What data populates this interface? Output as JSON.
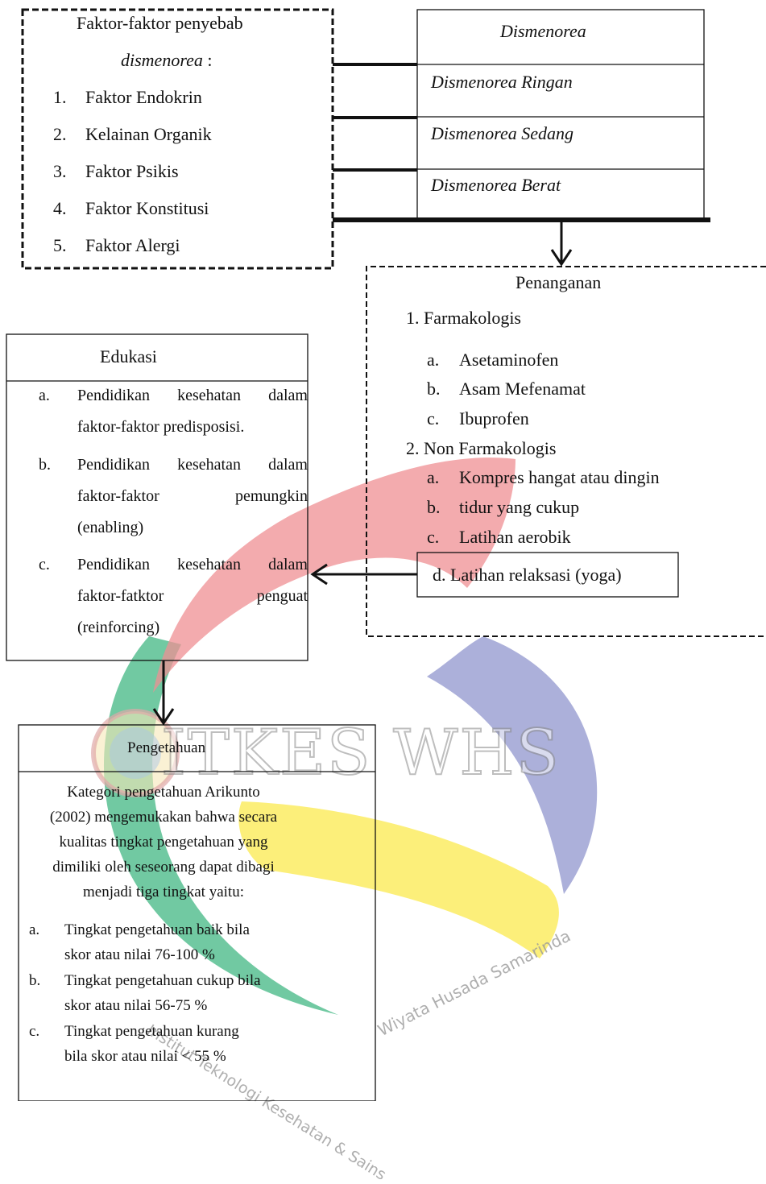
{
  "causes": {
    "title_line1": "Faktor-faktor penyebab",
    "title_line2_italic": "dismenorea",
    "title_line2_suffix": " :",
    "items": [
      {
        "num": "1.",
        "label": "Faktor Endokrin"
      },
      {
        "num": "2.",
        "label": "Kelainan Organik"
      },
      {
        "num": "3.",
        "label": "Faktor Psikis"
      },
      {
        "num": "4.",
        "label": "Faktor Konstitusi"
      },
      {
        "num": "5.",
        "label": "Faktor Alergi"
      }
    ]
  },
  "dysmenorrhea": {
    "header": "Dismenorea",
    "levels": [
      "Dismenorea Ringan",
      "Dismenorea Sedang",
      "Dismenorea Berat"
    ]
  },
  "treatment": {
    "title": "Penanganan",
    "pharma": {
      "label": "1. Farmakologis",
      "items": [
        {
          "letter": "a.",
          "text": "Asetaminofen"
        },
        {
          "letter": "b.",
          "text": "Asam Mefenamat"
        },
        {
          "letter": "c.",
          "text": "Ibuprofen"
        }
      ]
    },
    "nonpharma": {
      "label": "2. Non Farmakologis",
      "items": [
        {
          "letter": "a.",
          "text": "Kompres hangat atau dingin"
        },
        {
          "letter": "b.",
          "text": "tidur yang cukup"
        },
        {
          "letter": "c.",
          "text": "Latihan aerobik"
        }
      ],
      "highlight": "d. Latihan relaksasi (yoga)"
    }
  },
  "education": {
    "title": "Edukasi",
    "a": {
      "letter": "a.",
      "line1": [
        "Pendidikan",
        "kesehatan",
        "dalam"
      ],
      "line2": "faktor-faktor predisposisi."
    },
    "b": {
      "letter": "b.",
      "line1": [
        "Pendidikan",
        "kesehatan",
        "dalam"
      ],
      "line2": [
        "faktor-faktor",
        "pemungkin"
      ],
      "line3": "(enabling)"
    },
    "c": {
      "letter": "c.",
      "line1": [
        "Pendidikan",
        "kesehatan",
        "dalam"
      ],
      "line2": [
        "faktor-fatktor",
        "penguat"
      ],
      "line3": "(reinforcing)"
    }
  },
  "knowledge": {
    "title": "Pengetahuan",
    "intro": [
      "Kategori pengetahuan Arikunto",
      "(2002) mengemukakan bahwa secara",
      "kualitas tingkat pengetahuan yang",
      "dimiliki oleh seseorang dapat dibagi",
      "menjadi tiga tingkat yaitu:"
    ],
    "items": [
      {
        "letter": "a.",
        "line1": "Tingkat pengetahuan baik bila",
        "line2": "skor atau nilai 76-100 %"
      },
      {
        "letter": "b.",
        "line1": "Tingkat pengetahuan cukup bila",
        "line2": "skor atau nilai 56-75 %"
      },
      {
        "letter": "c.",
        "line1": "Tingkat pengetahuan kurang",
        "line2": "bila skor atau nilai < 55 %"
      }
    ]
  },
  "watermark": {
    "title": "ITKES WHS",
    "arc_text_left": "Institut Teknologi Kesehatan & Sains",
    "arc_text_right": "Wiyata Husada Samarinda",
    "colors": {
      "red": "#ef8f93",
      "green": "#35b27a",
      "blue": "#7f86c6",
      "yellow": "#fbe94e"
    }
  }
}
